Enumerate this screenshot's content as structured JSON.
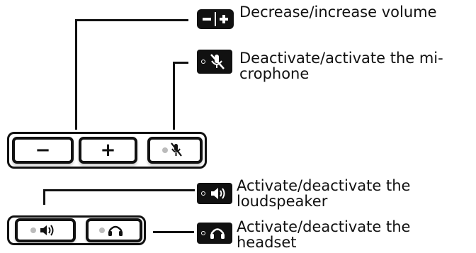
{
  "callouts": {
    "volume": "Decrease/increase volume",
    "microphone_1": "Deactivate/activate the mi-",
    "microphone_2": "crophone",
    "loudspeaker_1": "Activate/deactivate the",
    "loudspeaker_2": "loudspeaker",
    "headset_1": "Activate/deactivate the",
    "headset_2": "headset"
  },
  "keys": {
    "minus_symbol": "−",
    "plus_symbol": "+"
  },
  "icons": [
    "volume-minus-plus-icon",
    "mute-microphone-icon",
    "speaker-icon",
    "headset-icon",
    "led-indicator-icon"
  ]
}
